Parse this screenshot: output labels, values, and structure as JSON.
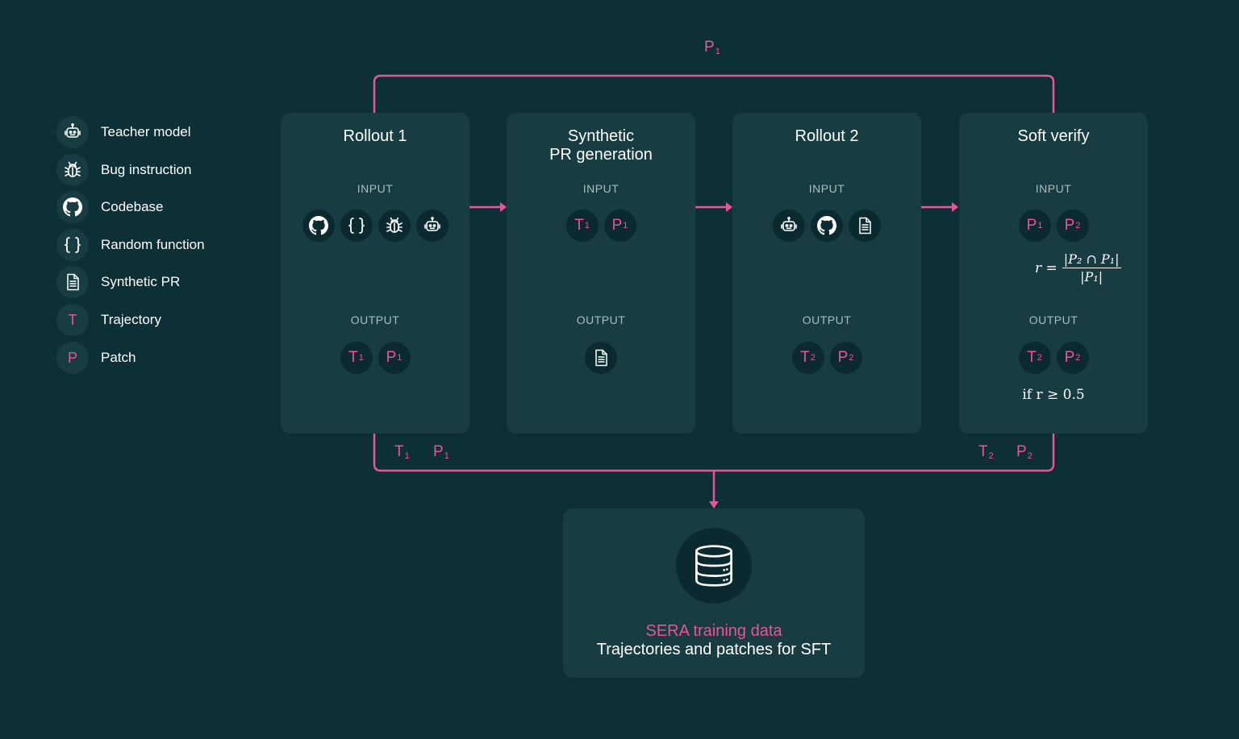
{
  "legend": [
    {
      "icon": "robot-icon",
      "label": "Teacher model"
    },
    {
      "icon": "bug-icon",
      "label": "Bug instruction"
    },
    {
      "icon": "github-icon",
      "label": "Codebase"
    },
    {
      "icon": "braces-icon",
      "label": "Random function"
    },
    {
      "icon": "document-icon",
      "label": "Synthetic PR"
    },
    {
      "letter": "T",
      "label": "Trajectory"
    },
    {
      "letter": "P",
      "label": "Patch"
    }
  ],
  "stages": [
    {
      "title": "Rollout 1",
      "input_label": "INPUT",
      "output_label": "OUTPUT"
    },
    {
      "title": "Synthetic\nPR generation",
      "input_label": "INPUT",
      "output_label": "OUTPUT"
    },
    {
      "title": "Rollout 2",
      "input_label": "INPUT",
      "output_label": "OUTPUT"
    },
    {
      "title": "Soft verify",
      "input_label": "INPUT",
      "output_label": "OUTPUT"
    }
  ],
  "tokens": {
    "T": "T",
    "P": "P",
    "sub1": "1",
    "sub2": "2"
  },
  "formula": {
    "r": "r =",
    "numerator": "|P₂ ∩ P₁|",
    "denominator": "|P₁|",
    "condition": "if r ≥ 0.5"
  },
  "flow": {
    "top": "P1",
    "bottom_left": [
      "T1",
      "P1"
    ],
    "bottom_right": [
      "T2",
      "P2"
    ]
  },
  "destination": {
    "title": "SERA training data",
    "subtitle": "Trajectories and patches for SFT",
    "icon": "database-icon"
  },
  "colors": {
    "background": "#0d3036",
    "card": "#173c41",
    "accent": "#e8559a",
    "text": "#ffffff",
    "muted": "#a9bcbe"
  }
}
